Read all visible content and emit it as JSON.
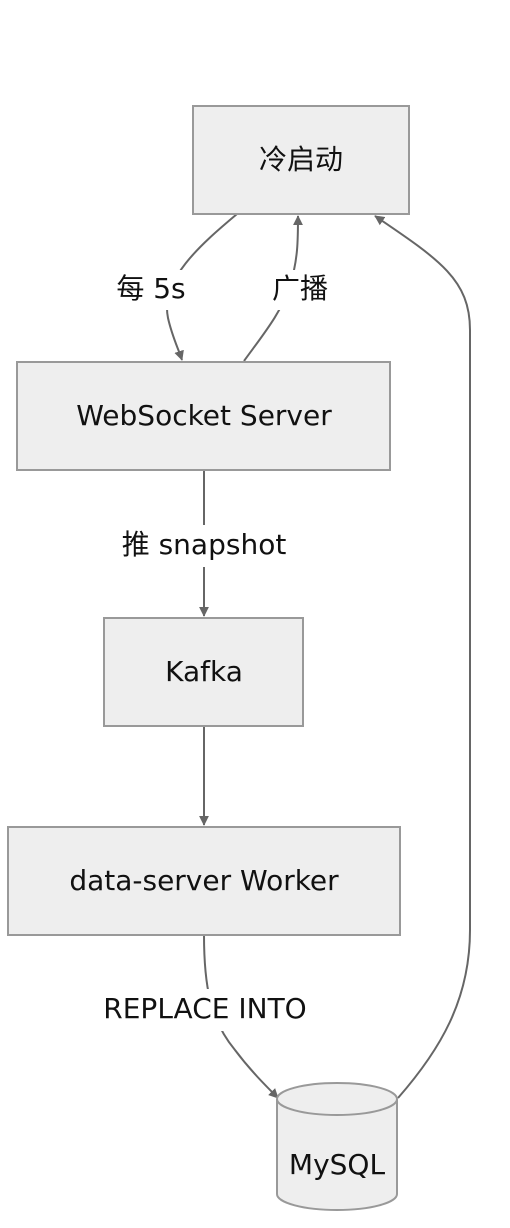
{
  "nodes": {
    "cold_start": "冷启动",
    "websocket_server": "WebSocket Server",
    "kafka": "Kafka",
    "worker": "data-server Worker",
    "mysql": "MySQL"
  },
  "edges": {
    "every_5s": "每 5s",
    "broadcast": "广播",
    "push_snapshot": "推 snapshot",
    "replace_into": "REPLACE INTO"
  },
  "colors": {
    "node_fill": "#eeeeee",
    "node_stroke": "#999999",
    "edge_stroke": "#666666",
    "text": "#111111"
  }
}
